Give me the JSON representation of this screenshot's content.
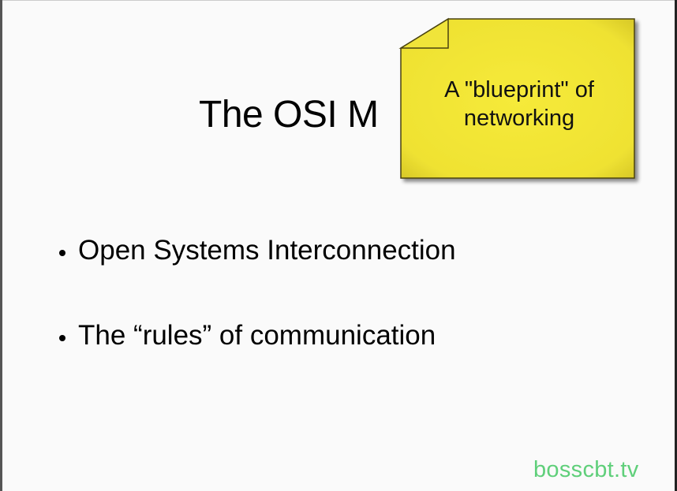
{
  "slide": {
    "title": "The OSI M",
    "bullets": [
      {
        "text": "Open Systems Interconnection"
      },
      {
        "text": "The “rules” of communication"
      }
    ]
  },
  "callout": {
    "lines": [
      "A \"blueprint\" of",
      "networking"
    ],
    "icon": "sticky-note-icon",
    "color": "#f2e634"
  },
  "watermark": {
    "text": "bosscbt.tv",
    "color": "#5fcf7a"
  }
}
